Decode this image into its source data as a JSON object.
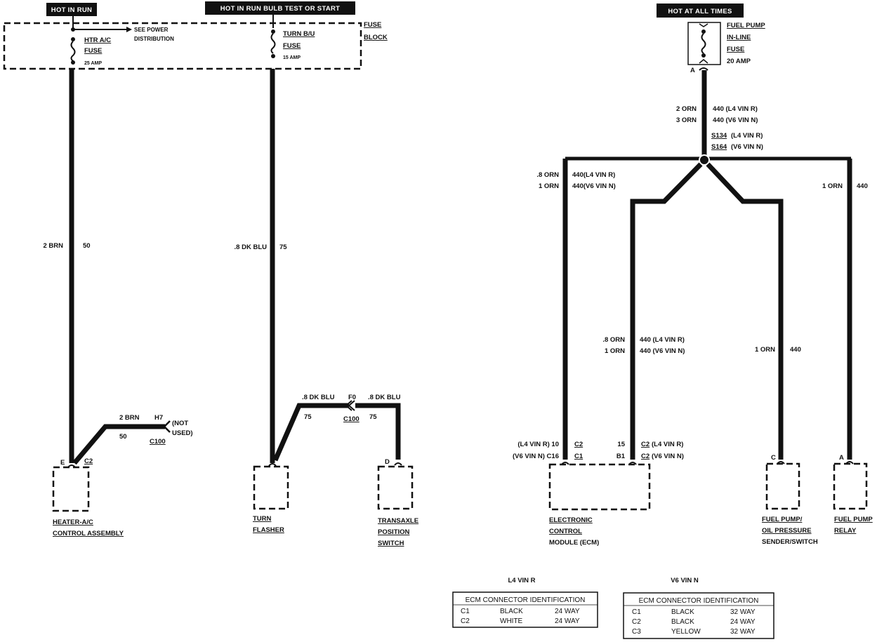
{
  "title": "Fuel Pump / Turn Flasher / Heater-A/C Power Circuits",
  "power_headers": {
    "hot_in_run": "HOT IN RUN",
    "hot_in_run_bulb": "HOT IN RUN BULB TEST OR START",
    "hot_at_all_times": "HOT AT ALL TIMES"
  },
  "fuse_block": {
    "label_line1": "FUSE",
    "label_line2": "BLOCK",
    "htr_fuse": {
      "line1": "HTR A/C",
      "line2": "FUSE",
      "rating": "25 AMP"
    },
    "see_power": {
      "line1": "SEE POWER",
      "line2": "DISTRIBUTION"
    },
    "turn_fuse": {
      "line1": "TURN B/U",
      "line2": "FUSE",
      "rating": "15 AMP"
    }
  },
  "fuel_fuse": {
    "line1": "FUEL PUMP",
    "line2": "IN-LINE",
    "line3": "FUSE",
    "rating": "20 AMP",
    "terminal": "A"
  },
  "wires": {
    "heater_main": {
      "color": "2 BRN",
      "circuit": "50"
    },
    "heater_branch": {
      "color": "2 BRN",
      "circuit": "50",
      "cavity": "H7",
      "connector": "C100",
      "note_line1": "(NOT",
      "note_line2": "USED)"
    },
    "turn_main": {
      "color": ".8 DK BLU",
      "circuit": "75"
    },
    "turn_branch_left": {
      "color": ".8 DK BLU",
      "circuit": "75"
    },
    "turn_branch_connector": {
      "cavity": "F0",
      "connector": "C100"
    },
    "turn_branch_right": {
      "color": ".8 DK BLU",
      "circuit": "75"
    },
    "fuel_main": {
      "color_l4": "2 ORN",
      "circuit_l4": "440 (L4 VIN R)",
      "color_v6": "3 ORN",
      "circuit_v6": "440 (V6 VIN N)",
      "splice_l4": "S134",
      "splice_l4_note": "(L4 VIN R)",
      "splice_v6": "S164",
      "splice_v6_note": "(V6 VIN N)"
    },
    "ecm_left_top": {
      "color_l4": ".8 ORN",
      "circuit_l4": "440(L4 VIN R)",
      "color_v6": "1 ORN",
      "circuit_v6": "440(V6 VIN N)"
    },
    "ecm_right_mid": {
      "color_l4": ".8 ORN",
      "circuit_l4": "440 (L4 VIN R)",
      "color_v6": "1 ORN",
      "circuit_v6": "440 (V6 VIN N)"
    },
    "sender_wire": {
      "color": "1 ORN",
      "circuit": "440"
    },
    "relay_wire": {
      "color": "1 ORN",
      "circuit": "440"
    }
  },
  "components": {
    "heater": {
      "terminal": "E",
      "connector": "C2",
      "line1": "HEATER-A/C",
      "line2": "CONTROL ASSEMBLY"
    },
    "turn_flasher": {
      "line1": "TURN",
      "line2": "FLASHER"
    },
    "transaxle": {
      "terminal": "D",
      "line1": "TRANSAXLE",
      "line2": "POSITION",
      "line3": "SWITCH"
    },
    "ecm": {
      "left_pin_l4": "(L4 VIN R) 10",
      "left_conn_l4": "C2",
      "left_pin_v6": "(V6 VIN N) C16",
      "left_conn_v6": "C1",
      "right_pin_l4": "15",
      "right_conn_l4": "C2",
      "right_note_l4": "(L4 VIN R)",
      "right_pin_v6": "B1",
      "right_conn_v6": "C2",
      "right_note_v6": "(V6 VIN N)",
      "line1": "ELECTRONIC",
      "line2": "CONTROL",
      "line3": "MODULE (ECM)"
    },
    "sender": {
      "terminal": "C",
      "line1": "FUEL PUMP/",
      "line2": "OIL PRESSURE",
      "line3": "SENDER/SWITCH"
    },
    "relay": {
      "terminal": "A",
      "line1": "FUEL PUMP",
      "line2": "RELAY"
    }
  },
  "tables": {
    "l4": {
      "title": "L4 VIN R",
      "header": "ECM CONNECTOR IDENTIFICATION",
      "rows": [
        {
          "id": "C1",
          "color": "BLACK",
          "size": "24 WAY"
        },
        {
          "id": "C2",
          "color": "WHITE",
          "size": "24 WAY"
        }
      ]
    },
    "v6": {
      "title": "V6 VIN N",
      "header": "ECM CONNECTOR IDENTIFICATION",
      "rows": [
        {
          "id": "C1",
          "color": "BLACK",
          "size": "32 WAY"
        },
        {
          "id": "C2",
          "color": "BLACK",
          "size": "24 WAY"
        },
        {
          "id": "C3",
          "color": "YELLOW",
          "size": "32 WAY"
        }
      ]
    }
  }
}
